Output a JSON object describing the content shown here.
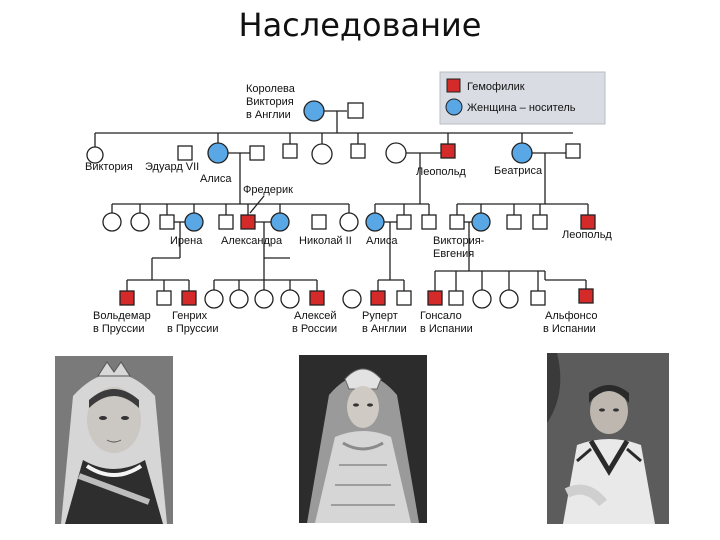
{
  "title": "Наследование",
  "legend": {
    "hemophiliac": "Гемофилик",
    "carrier": "Женщина – носитель"
  },
  "colors": {
    "hemophiliac": "#d42a2a",
    "carrier": "#5aa7e6",
    "healthy": "#ffffff",
    "line": "#222222",
    "legend_bg": "#d9dde3"
  },
  "labels": {
    "queen_line1": "Королева",
    "queen_line2": "Виктория",
    "queen_line3": "в Англии",
    "victoria": "Виктория",
    "edward": "Эдуард VII",
    "alice": "Алиса",
    "frederick": "Фредерик",
    "leopold": "Леопольд",
    "beatrice": "Беатриса",
    "irene": "Ирена",
    "alexandra": "Александра",
    "nicholas": "Николай II",
    "alice2": "Алиса",
    "ve_line1": "Виктория-",
    "ve_line2": "Евгения",
    "leopold2": "Леопольд",
    "waldemar_line1": "Вольдемар",
    "waldemar_line2": "в Пруссии",
    "heinrich_line1": "Генрих",
    "heinrich_line2": "в Пруссии",
    "alexei_line1": "Алексей",
    "alexei_line2": "в России",
    "rupert_line1": "Руперт",
    "rupert_line2": "в Англии",
    "gonzalo_line1": "Гонсало",
    "gonzalo_line2": "в Испании",
    "alfonso_line1": "Альфонсо",
    "alfonso_line2": "в Испании"
  },
  "photos": [
    "Королева Виктория",
    "Александра",
    "Алексей"
  ]
}
